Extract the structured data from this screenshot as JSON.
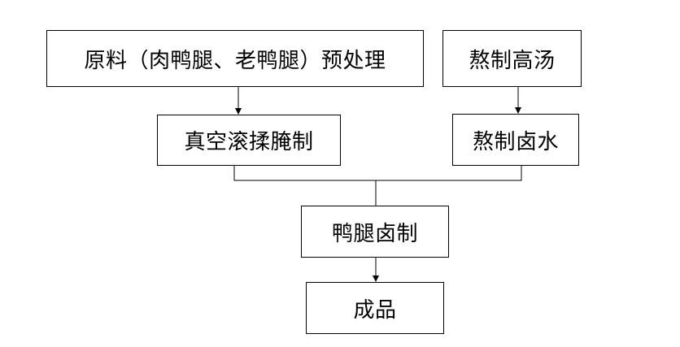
{
  "flowchart": {
    "nodes": {
      "raw_material": "原料（肉鸭腿、老鸭腿）预处理",
      "broth": "熬制高汤",
      "tumble": "真空滚揉腌制",
      "brine": "熬制卤水",
      "braise": "鸭腿卤制",
      "product": "成品"
    },
    "edges": [
      [
        "raw_material",
        "tumble"
      ],
      [
        "broth",
        "brine"
      ],
      [
        "tumble",
        "braise"
      ],
      [
        "brine",
        "braise"
      ],
      [
        "braise",
        "product"
      ]
    ]
  }
}
